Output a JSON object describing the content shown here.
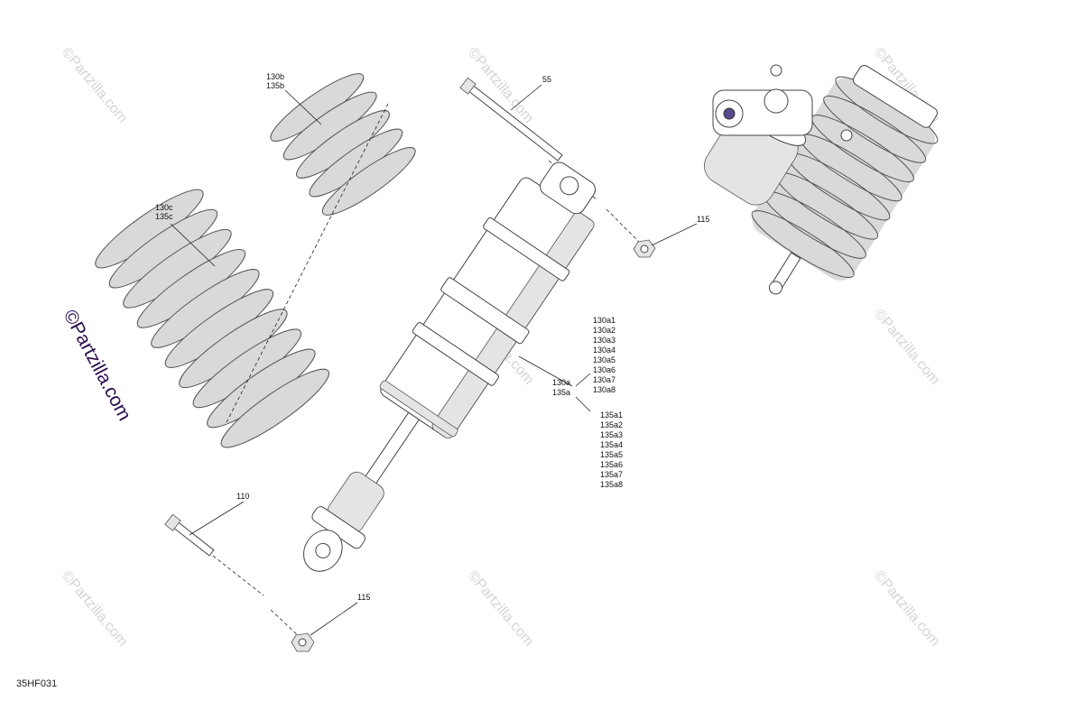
{
  "diagram_code": "35HF031",
  "watermark": "©Partzilla.com",
  "watermark_strong": "©Partzilla.com",
  "callouts": {
    "spring_upper": [
      "130b",
      "135b"
    ],
    "spring_lower": [
      "130c",
      "135c"
    ],
    "bolt_top": "55",
    "nut_top": "115",
    "shock_assembly": [
      "130a",
      "135a"
    ],
    "kit_130": [
      "130a1",
      "130a2",
      "130a3",
      "130a4",
      "130a5",
      "130a6",
      "130a7",
      "130a8"
    ],
    "kit_135": [
      "135a1",
      "135a2",
      "135a3",
      "135a4",
      "135a5",
      "135a6",
      "135a7",
      "135a8"
    ],
    "bolt_bottom": "110",
    "nut_bottom": "115"
  }
}
